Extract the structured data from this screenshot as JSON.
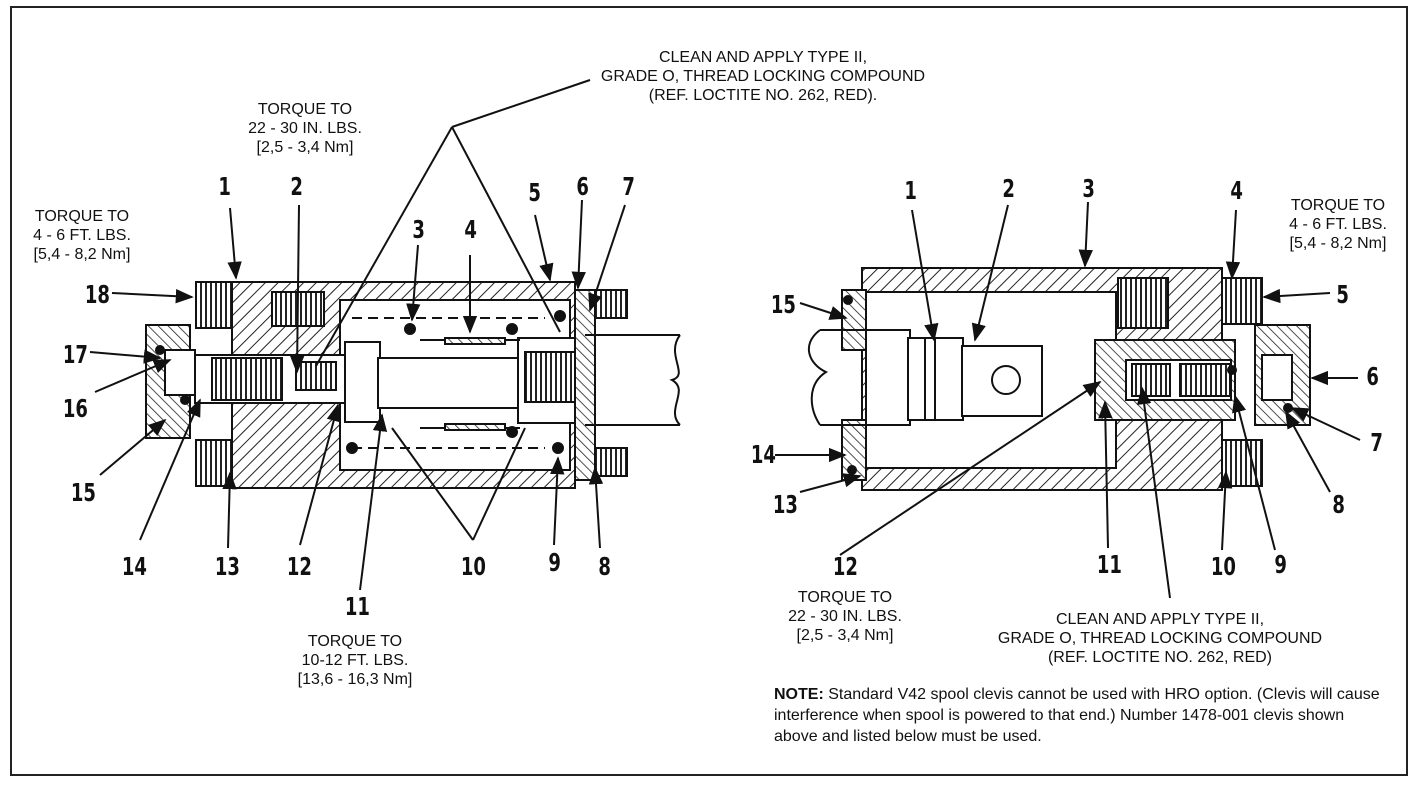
{
  "left_view": {
    "loctite_note": [
      "CLEAN AND APPLY TYPE II,",
      "GRADE O, THREAD LOCKING COMPOUND",
      "(REF. LOCTITE NO. 262, RED)."
    ],
    "torque_top": [
      "TORQUE TO",
      "22 - 30 IN. LBS.",
      "[2,5 - 3,4 Nm]"
    ],
    "torque_left": [
      "TORQUE TO",
      "4 - 6 FT. LBS.",
      "[5,4 - 8,2 Nm]"
    ],
    "torque_bottom": [
      "TORQUE TO",
      "10-12 FT. LBS.",
      "[13,6 - 16,3 Nm]"
    ],
    "callouts": [
      "1",
      "2",
      "3",
      "4",
      "5",
      "6",
      "7",
      "18",
      "17",
      "16",
      "15",
      "14",
      "13",
      "12",
      "11",
      "10",
      "9",
      "8"
    ]
  },
  "right_view": {
    "torque_right": [
      "TORQUE TO",
      "4 - 6 FT. LBS.",
      "[5,4 - 8,2 Nm]"
    ],
    "torque_bottom": [
      "TORQUE TO",
      "22 - 30 IN. LBS.",
      "[2,5 - 3,4 Nm]"
    ],
    "loctite_note": [
      "CLEAN AND APPLY TYPE II,",
      "GRADE O, THREAD LOCKING COMPOUND",
      "(REF. LOCTITE NO. 262, RED)"
    ],
    "callouts": [
      "1",
      "2",
      "3",
      "4",
      "5",
      "6",
      "7",
      "8",
      "9",
      "10",
      "11",
      "12",
      "13",
      "14",
      "15"
    ],
    "note_label": "NOTE:",
    "note_text": " Standard V42 spool clevis cannot be used with HRO option. (Clevis will cause interference when spool is powered to that end.) Number 1478-001 clevis shown above and listed below must be used."
  }
}
